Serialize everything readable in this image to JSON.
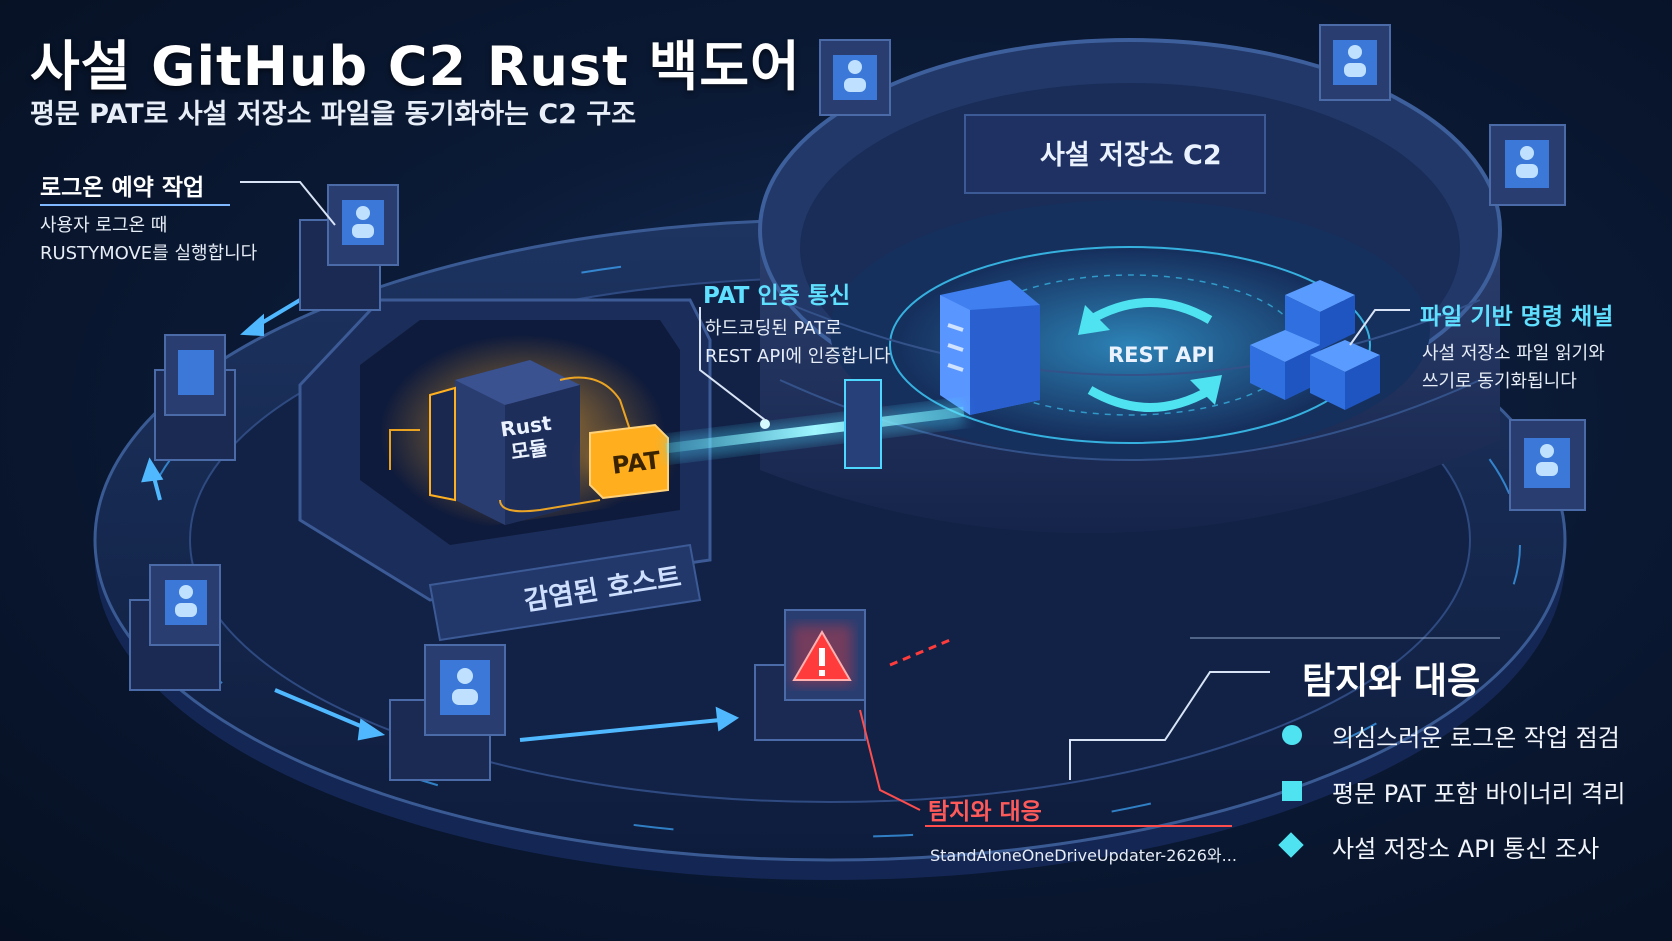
{
  "header": {
    "title": "사설 GitHub C2 Rust 백도어",
    "subtitle": "평문 PAT로 사설 저장소 파일을 동기화하는 C2 구조"
  },
  "callouts": {
    "logon": {
      "title": "로그온 예약 작업",
      "body": "사용자 로그온 때\nRUSTYMOVE를 실행합니다"
    },
    "pat_auth": {
      "title": "PAT 인증 통신",
      "body": "하드코딩된 PAT로\nREST API에 인증합니다"
    },
    "file_channel": {
      "title": "파일 기반 명령 채널",
      "body": "사설 저장소 파일 읽기와\n쓰기로 동기화됩니다"
    },
    "detect_small": {
      "title": "탐지와 대응",
      "body": "StandAloneOneDriveUpdater-2626와..."
    }
  },
  "labels": {
    "repo_c2": "사설 저장소 C2",
    "rest_api": "REST API",
    "rust_module": "Rust\n모듈",
    "pat": "PAT",
    "infected_host": "감염된 호스트"
  },
  "detection": {
    "title": "탐지와 대응",
    "items": [
      {
        "shape": "circle",
        "text": "의심스러운 로그온 작업 점검"
      },
      {
        "shape": "square",
        "text": "평문 PAT 포함 바이너리 격리"
      },
      {
        "shape": "diamond",
        "text": "사설 저장소 API 통신 조사"
      }
    ]
  },
  "colors": {
    "accent_cyan": "#4fe3f2",
    "accent_orange": "#ffb020",
    "alert_red": "#ff3b3b",
    "background": "#0b1a36"
  },
  "icons": [
    "user-terminal-icon",
    "document-icon",
    "cube-stack-icon",
    "sync-arrows-icon",
    "warning-icon",
    "chip-icon"
  ]
}
